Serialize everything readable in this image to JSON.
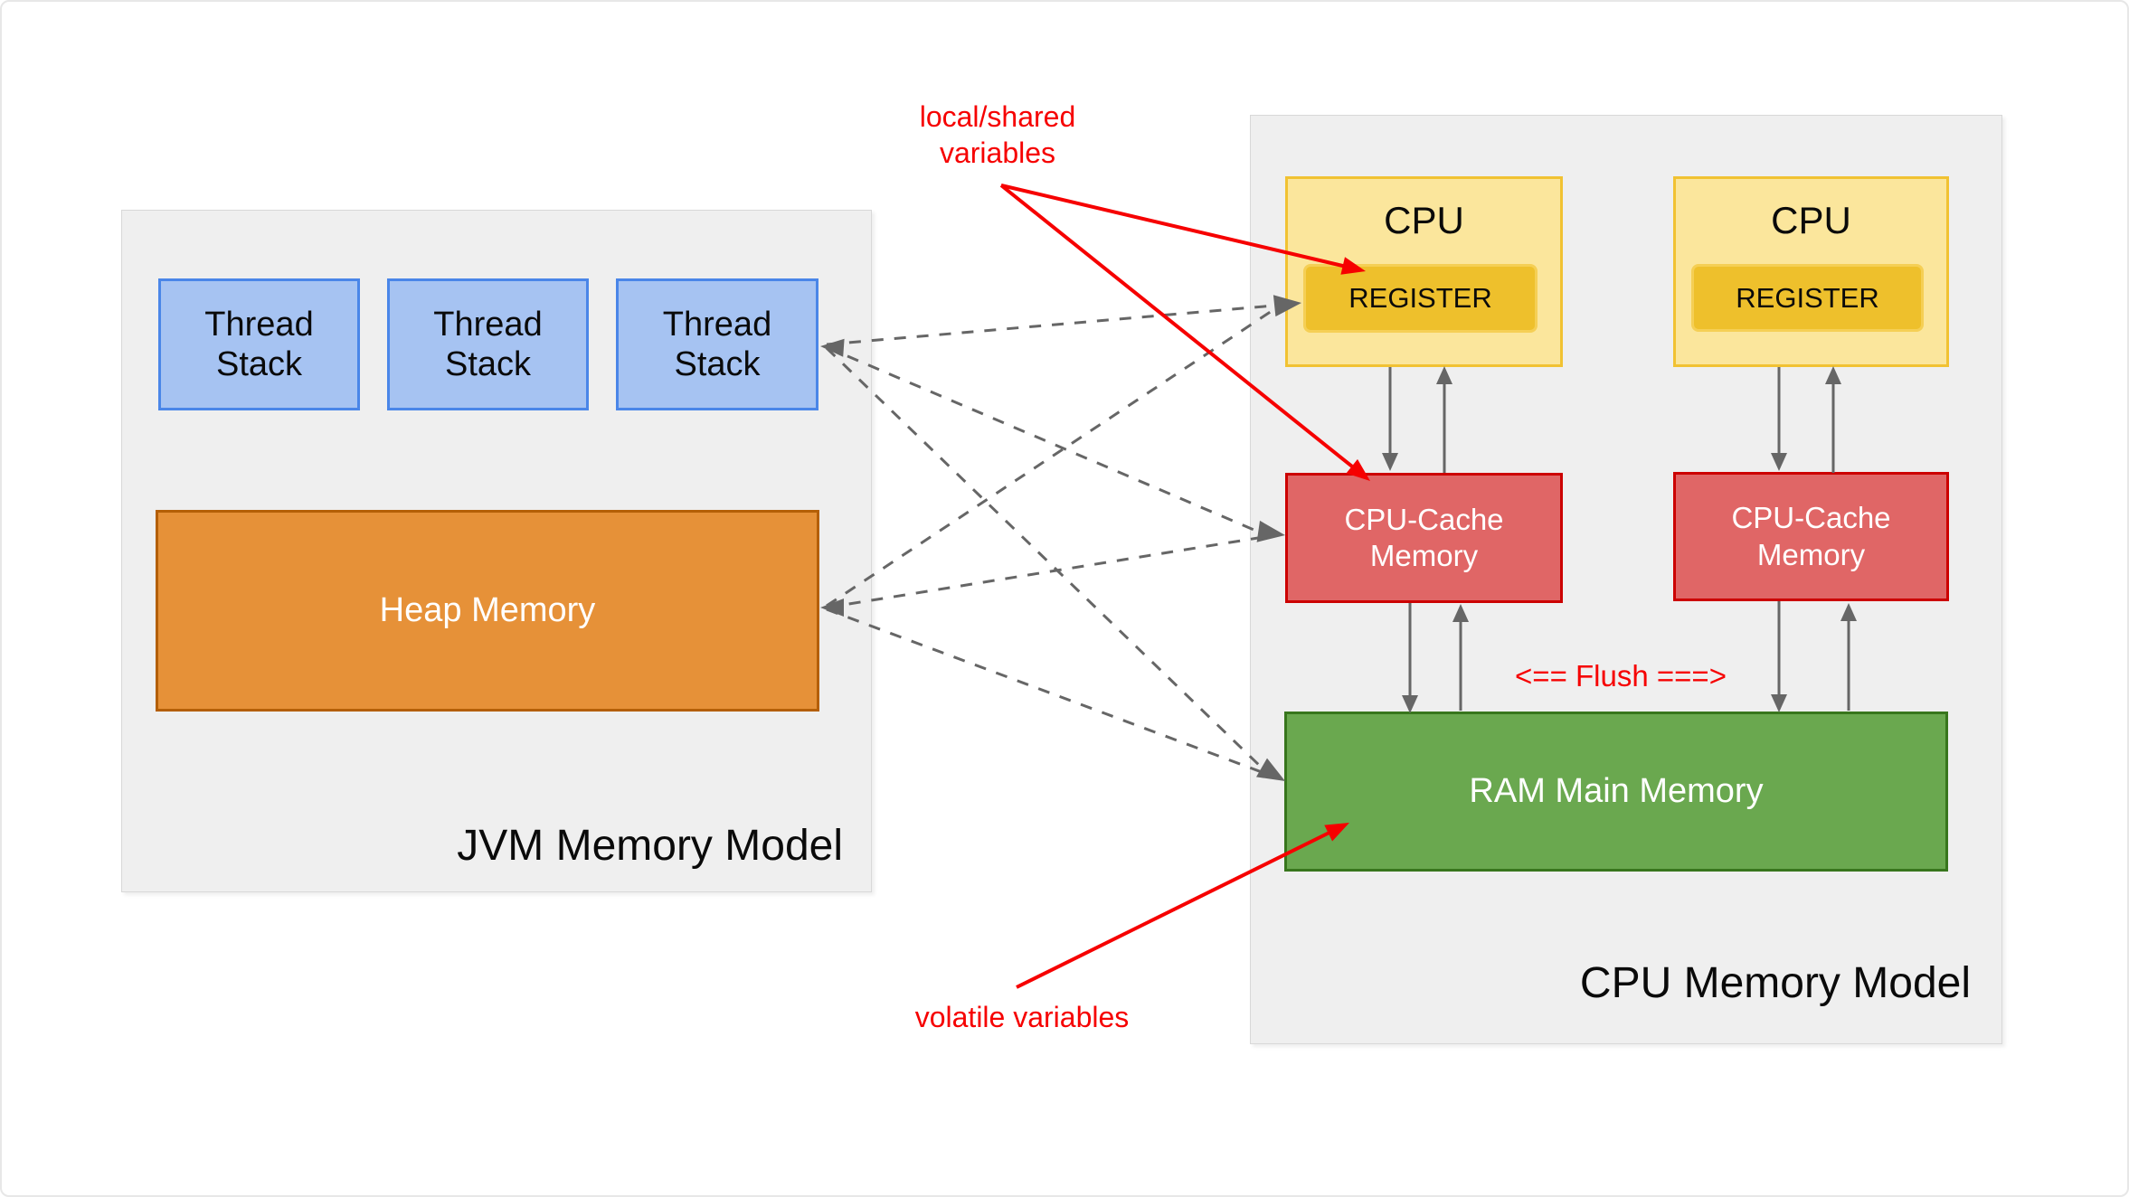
{
  "jvm_panel": {
    "title": "JVM Memory Model",
    "thread_stacks": [
      {
        "label": "Thread Stack"
      },
      {
        "label": "Thread Stack"
      },
      {
        "label": "Thread Stack"
      }
    ],
    "heap": {
      "label": "Heap Memory"
    }
  },
  "cpu_panel": {
    "title": "CPU Memory Model",
    "cpus": [
      {
        "label": "CPU",
        "register": "REGISTER",
        "cache": "CPU-Cache Memory"
      },
      {
        "label": "CPU",
        "register": "REGISTER",
        "cache": "CPU-Cache Memory"
      }
    ],
    "ram": {
      "label": "RAM Main Memory"
    },
    "flush_label": "<== Flush ===>"
  },
  "annotations": {
    "local_shared_label": "local/shared variables",
    "volatile_label": "volatile variables"
  },
  "colors": {
    "panel_bg": "#efefef",
    "thread_fill": "#a6c3f2",
    "thread_border": "#4a86e8",
    "heap_fill": "#e69138",
    "heap_border": "#b45f06",
    "cpu_fill": "#fbe69c",
    "cpu_border": "#f1c232",
    "register_fill": "#eec02c",
    "cache_fill": "#e06666",
    "cache_border": "#cc0000",
    "ram_fill": "#6aa84f",
    "ram_border": "#38761d",
    "connector_gray": "#666666",
    "annotation_red": "#f60000"
  }
}
